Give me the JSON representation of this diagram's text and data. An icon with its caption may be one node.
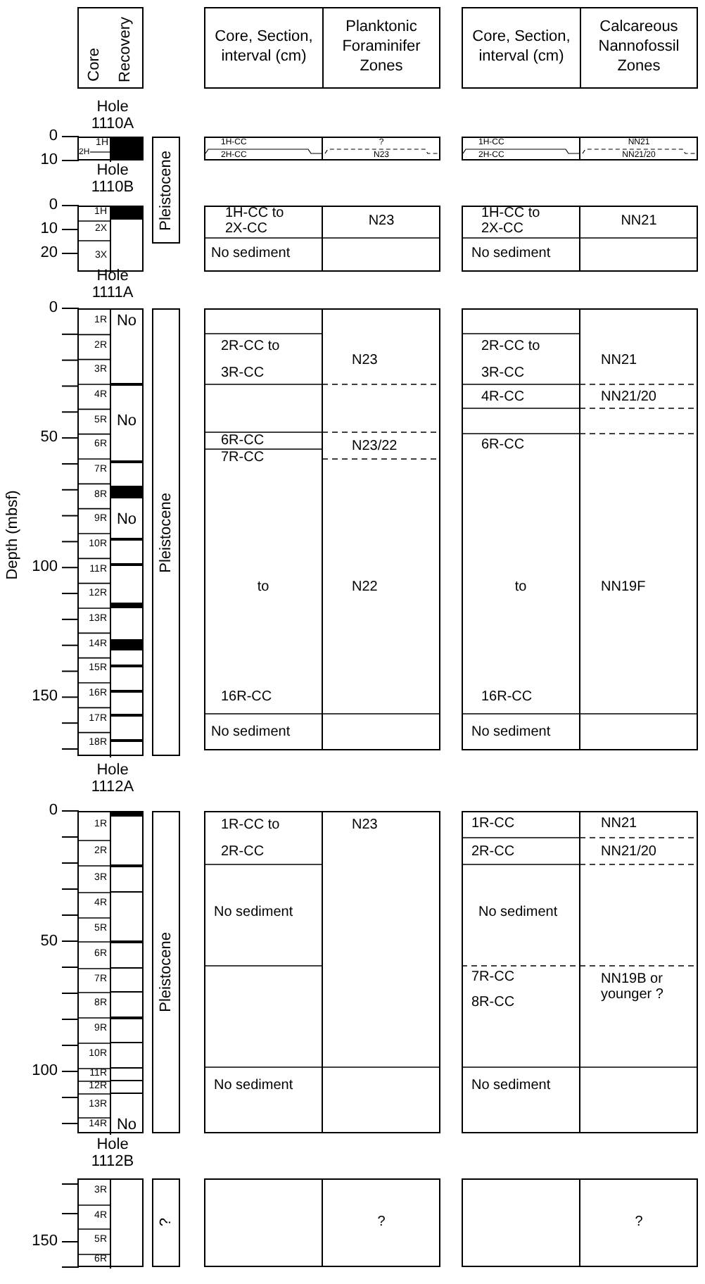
{
  "diagram": {
    "nodes": [
      {
        "text": [
          "Core",
          "Recovery"
        ]
      },
      {
        "text": [
          "Core, Section, interval (cm)",
          "Planktonic Foraminifer Zones"
        ]
      },
      {
        "text": [
          "Core, Section, interval (cm)",
          "Calcareous Nannofossil Zones"
        ]
      },
      {
        "text": [
          "1H",
          "2H"
        ]
      },
      {
        "text": [
          "Pleistocene"
        ]
      },
      {
        "text": [
          "1H-CC",
          "2H-CC",
          "?",
          "N23"
        ]
      },
      {
        "text": [
          "1H-CC",
          "2H-CC",
          "NN21",
          "NN21/20"
        ]
      },
      {
        "text": [
          "1H",
          "2X",
          "3X"
        ]
      },
      {
        "text": [
          "1H-CC to 2X-CC",
          "N23",
          "No sediment"
        ]
      },
      {
        "text": [
          "1H-CC to 2X-CC",
          "NN21",
          "No sediment"
        ]
      },
      {
        "text": [
          "1R",
          "No",
          "2R",
          "3R",
          "4R",
          "5R",
          "No",
          "6R",
          "7R",
          "8R",
          "9R",
          "No",
          "10R",
          "11R",
          "12R",
          "13R",
          "14R",
          "15R",
          "16R",
          "17R",
          "18R"
        ]
      },
      {
        "text": [
          "Pleistocene"
        ]
      },
      {
        "text": [
          "2R-CC to",
          "N23",
          "3R-CC",
          "6R-CC",
          "N23/22",
          "7R-CC",
          "to",
          "N22",
          "16R-CC",
          "No sediment"
        ]
      },
      {
        "text": [
          "2R-CC to",
          "NN21",
          "3R-CC",
          "4R-CC",
          "NN21/20",
          "6R-CC",
          "to",
          "NN19F",
          "16R-CC",
          "No sediment"
        ]
      },
      {
        "text": [
          "1R",
          "2R",
          "3R",
          "4R",
          "5R",
          "6R",
          "7R",
          "8R",
          "9R",
          "10R",
          "11R",
          "12R",
          "13R",
          "14R",
          "No"
        ]
      },
      {
        "text": [
          "Pleistocene"
        ]
      },
      {
        "text": [
          "1R-CC to",
          "N23",
          "2R-CC",
          "No sediment",
          "No sediment"
        ]
      },
      {
        "text": [
          "1R-CC",
          "NN21",
          "2R-CC",
          "NN21/20",
          "No sediment",
          "7R-CC",
          "NN19B or younger ?",
          "8R-CC",
          "No sediment"
        ]
      },
      {
        "text": [
          "3R",
          "4R",
          "5R",
          "6R"
        ]
      },
      {
        "text": [
          "?"
        ]
      },
      {
        "text": [
          "?"
        ]
      },
      {
        "text": [
          "?"
        ]
      }
    ],
    "labels": [
      "Hole 1110A",
      "0",
      "10",
      "Hole 1110B",
      "0",
      "10",
      "20",
      "Hole 1111A",
      "0",
      "50",
      "100",
      "150",
      "Depth (mbsf)",
      "Hole 1112A",
      "0",
      "50",
      "100",
      "Hole 1112B",
      "150"
    ]
  }
}
